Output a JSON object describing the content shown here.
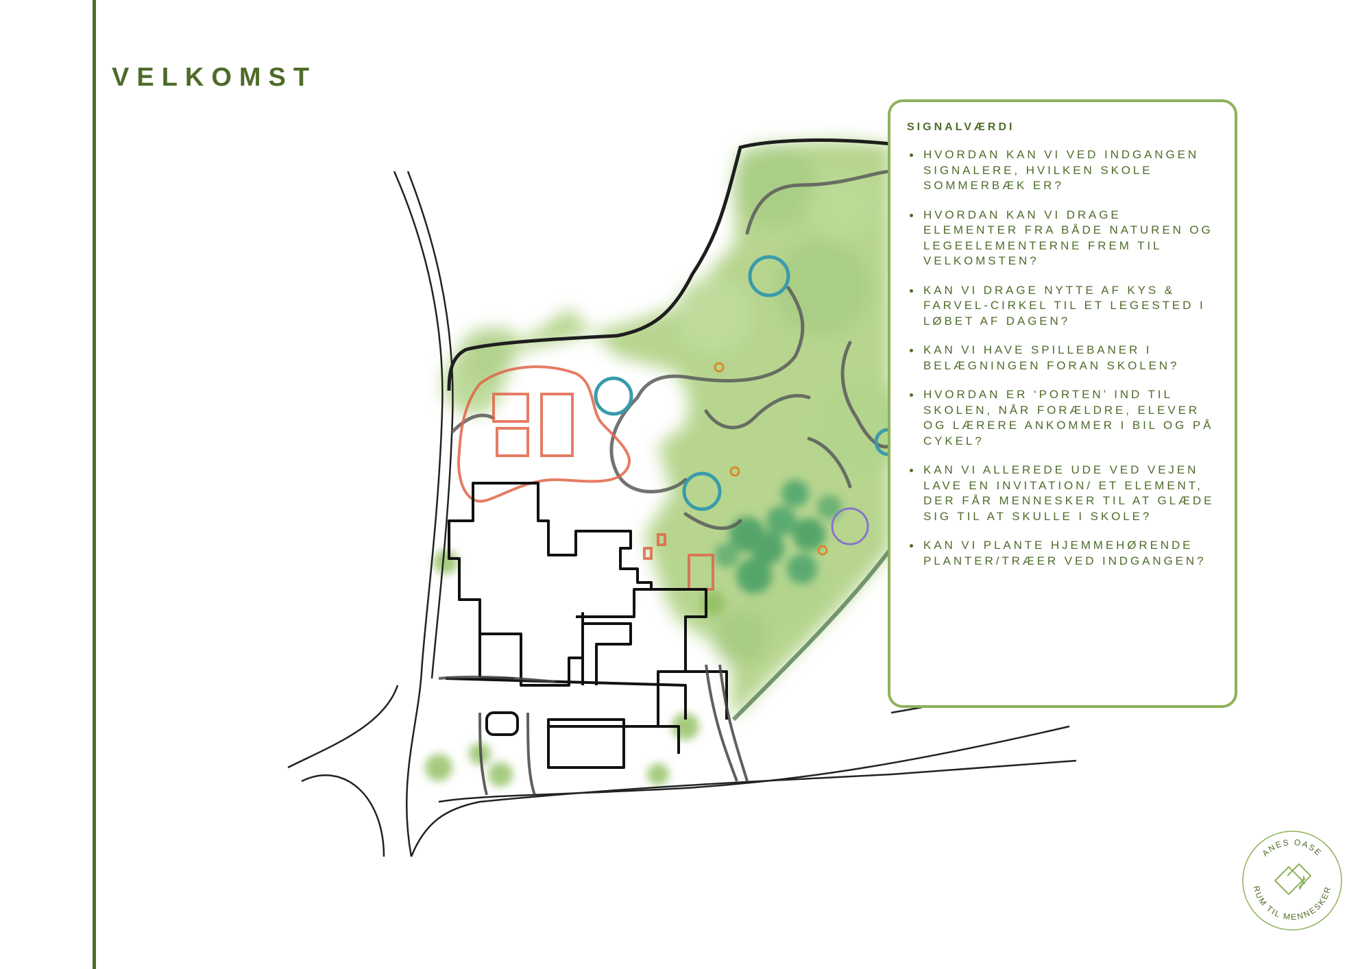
{
  "page": {
    "title": "VELKOMST"
  },
  "info": {
    "title": "SIGNALVÆRDI",
    "questions": [
      "HVORDAN KAN VI VED INDGANGEN SIGNALERE, HVILKEN SKOLE SOMMERBÆK ER?",
      "HVORDAN KAN VI DRAGE ELEMENTER FRA BÅDE NATUREN OG LEGEELEMENTERNE FREM TIL VELKOMSTEN?",
      "KAN VI DRAGE NYTTE AF KYS & FARVEL-CIRKEL TIL ET LEGESTED I LØBET AF DAGEN?",
      "KAN VI HAVE SPILLEBANER I BELÆGNINGEN FORAN SKOLEN?",
      "HVORDAN ER ‘PORTEN’ IND TIL SKOLEN, NÅR FORÆLDRE, ELEVER OG LÆRERE ANKOMMER I BIL OG PÅ CYKEL?",
      "KAN VI ALLEREDE UDE VED VEJEN LAVE EN INVITATION/ ET ELEMENT, DER FÅR MENNESKER TIL AT GLÆDE SIG TIL AT SKULLE I SKOLE?",
      "KAN VI PLANTE HJEMMEHØRENDE PLANTER/TRÆER VED INDGANGEN?"
    ]
  },
  "logo": {
    "top_text": "ANES OASE",
    "bottom_text": "RUM TIL MENNESKER"
  },
  "colors": {
    "accent": "#4e6b2a",
    "box_border": "#8db15a"
  }
}
